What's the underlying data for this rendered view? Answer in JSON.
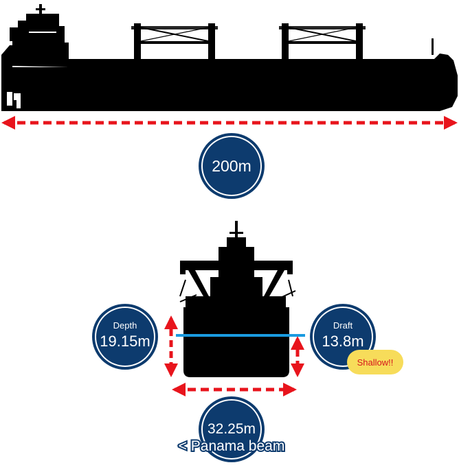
{
  "length": {
    "value": "200m"
  },
  "depth": {
    "label": "Depth",
    "value": "19.15m"
  },
  "draft": {
    "label": "Draft",
    "value": "13.8m",
    "note": "Shallow!!"
  },
  "beam": {
    "value": "32.25m",
    "note": "< Panama beam"
  },
  "colors": {
    "circle_fill": "#0d3b6e",
    "circle_ring": "#ffffff",
    "circle_outline": "#0d3b6e",
    "hull": "#000000",
    "arrow": "#e8141c",
    "waterline": "#1a9be0",
    "note_bg": "#f7dc5a",
    "note_text": "#d6141c"
  },
  "icons": {
    "side_view": "bulk-carrier-side-silhouette",
    "front_view": "bulk-carrier-front-silhouette"
  }
}
